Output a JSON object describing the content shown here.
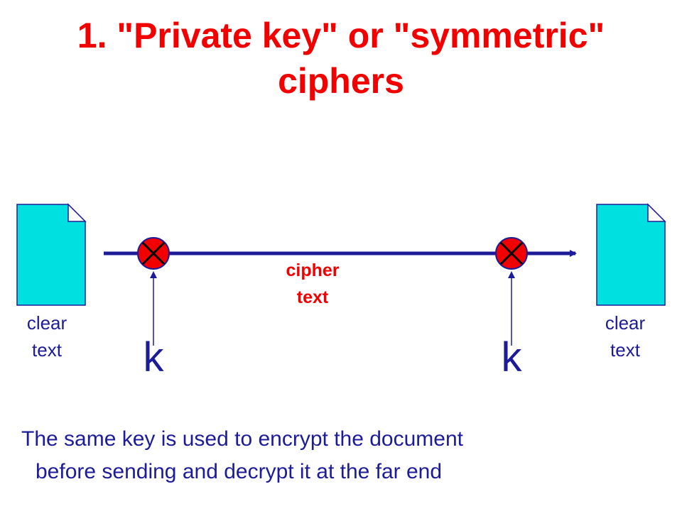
{
  "title": {
    "line1": "1. \"Private key\" or \"symmetric\"",
    "line2": "ciphers"
  },
  "diagram": {
    "left_document_label": {
      "line1": "clear",
      "line2": "text"
    },
    "right_document_label": {
      "line1": "clear",
      "line2": "text"
    },
    "channel_label": {
      "line1": "cipher",
      "line2": "text"
    },
    "encrypt_key_label": "k",
    "decrypt_key_label": "k",
    "icons": [
      "document-icon",
      "cipher-operator-icon",
      "arrow-icon"
    ]
  },
  "caption": {
    "line1": "The same key is used to encrypt the document",
    "line2": "before sending and decrypt it at the far end"
  },
  "colors": {
    "title": "#f20000",
    "text": "#1c1c99",
    "document_fill": "#00e0e0",
    "operator_fill": "#f20000",
    "line": "#1c1c99"
  }
}
